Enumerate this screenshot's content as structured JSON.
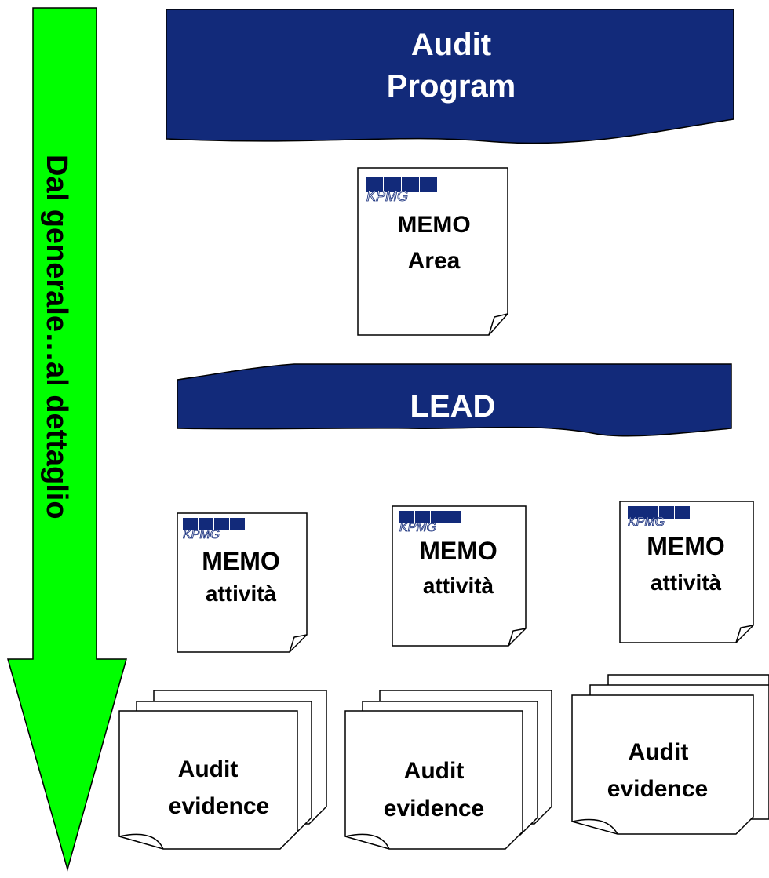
{
  "arrow": {
    "label": "Dal generale…al dettaglio",
    "color": "#00ff00"
  },
  "banner_color": "#122a7a",
  "top_banner": {
    "line1": "Audit",
    "line2": "Program"
  },
  "lead_banner": {
    "label": "LEAD"
  },
  "logo_text": "KPMG",
  "memo_area": {
    "line1": "MEMO",
    "line2": "Area"
  },
  "memo_attivita": [
    {
      "line1": "MEMO",
      "line2": "attività"
    },
    {
      "line1": "MEMO",
      "line2": "attività"
    },
    {
      "line1": "MEMO",
      "line2": "attività"
    }
  ],
  "evidence": [
    {
      "line1": "Audit",
      "line2": "evidence"
    },
    {
      "line1": "Audit",
      "line2": "evidence"
    },
    {
      "line1": "Audit",
      "line2": "evidence"
    }
  ]
}
